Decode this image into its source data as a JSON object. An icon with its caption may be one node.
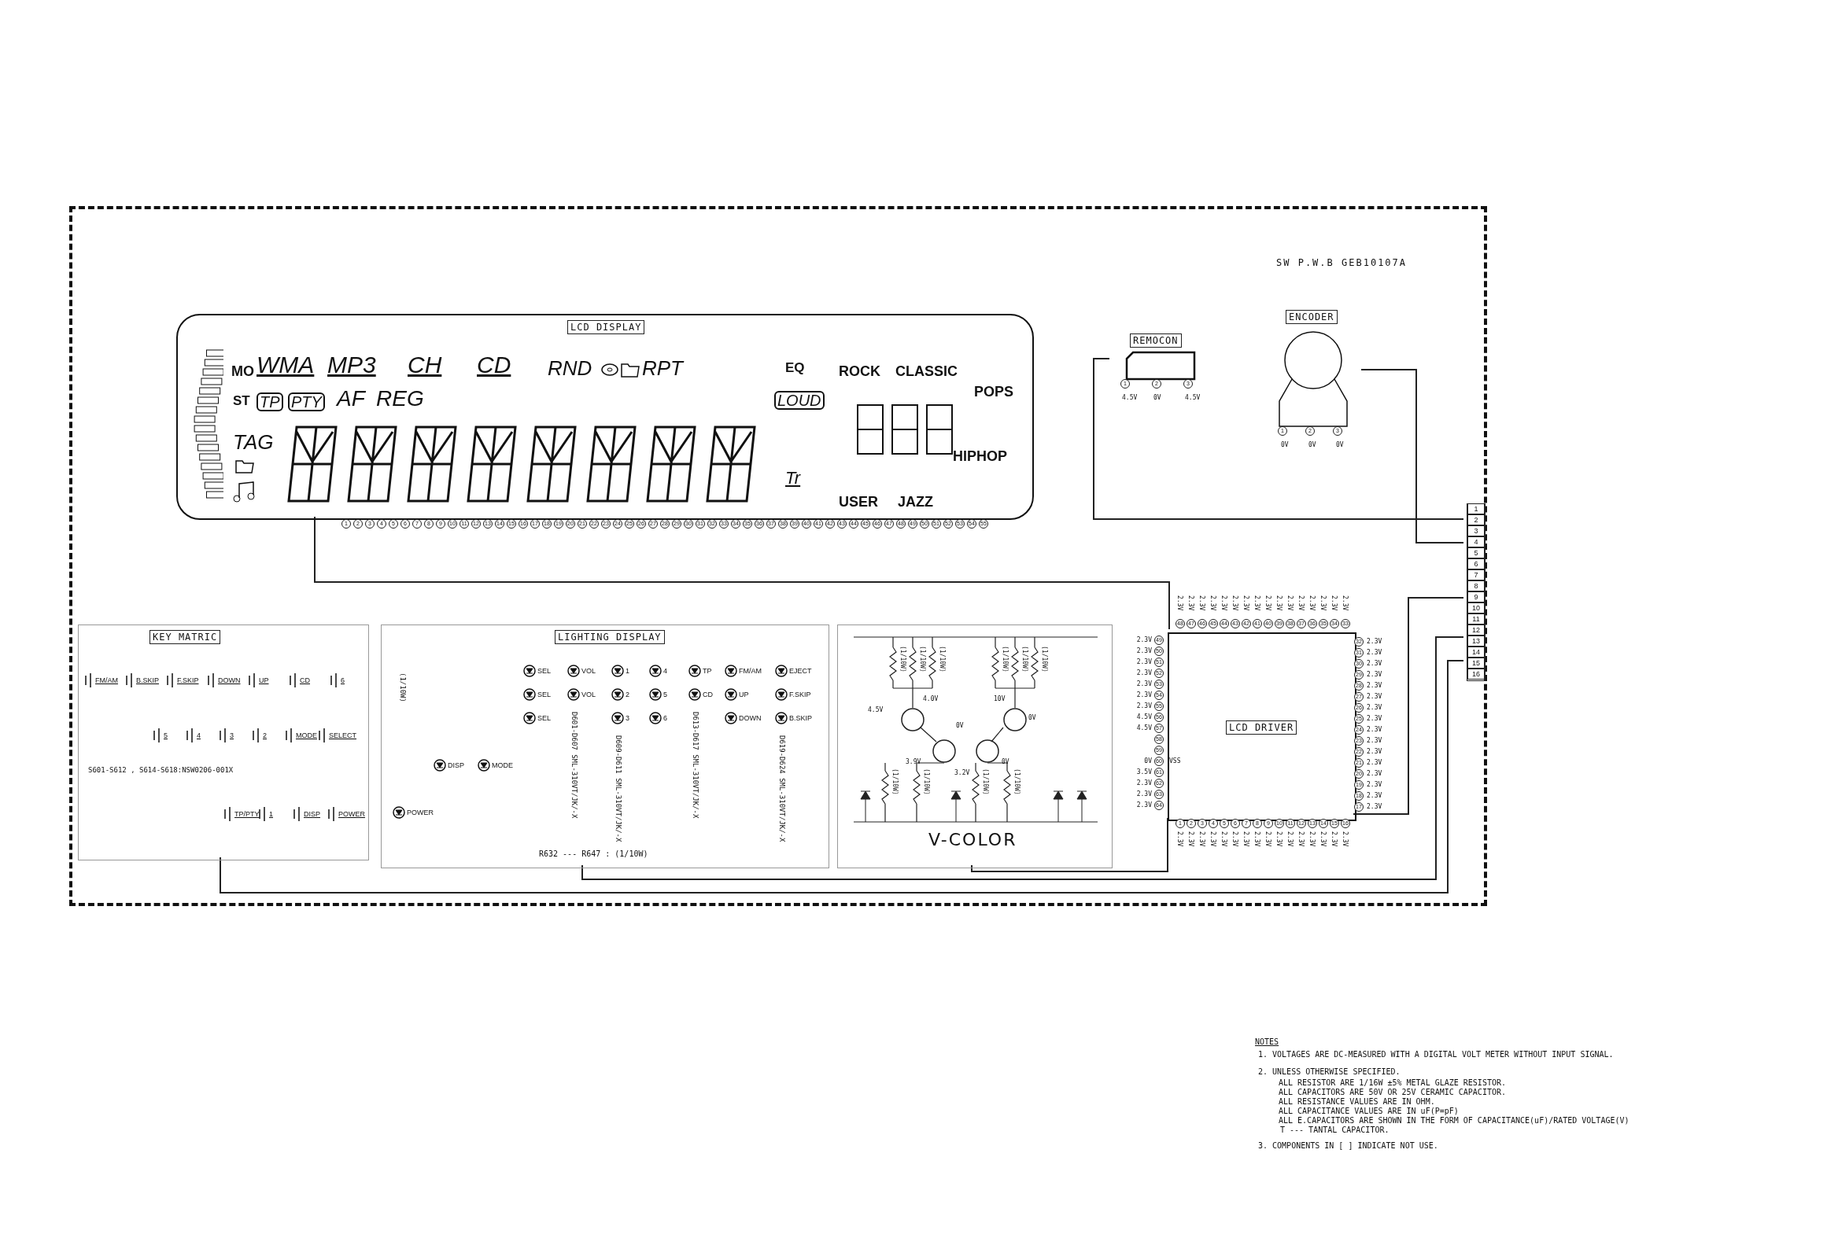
{
  "diagram": {
    "nodes": [
      {
        "text": [
          "SW P.W.B GEB10107A"
        ]
      },
      {
        "text": [
          "LCD DISPLAY",
          "MO",
          "WMA",
          "MP3",
          "CH",
          "CD",
          "RND",
          "RPT",
          "EQ",
          "ROCK",
          "CLASSIC",
          "POPS",
          "ST",
          "TP",
          "PTY",
          "AF",
          "REG",
          "LOUD",
          "TAG",
          "Tr",
          "HIPHOP",
          "USER",
          "JAZZ"
        ],
        "in": 0
      },
      {
        "text": [
          "REMOCON"
        ],
        "beside": [
          "4.5V",
          "0V",
          "4.5V"
        ],
        "in": 0
      },
      {
        "text": [
          "ENCODER"
        ],
        "beside": [
          "0V",
          "0V",
          "0V"
        ],
        "in": 0
      },
      {
        "text": [
          "1",
          "2",
          "3",
          "4",
          "5",
          "6",
          "7",
          "8",
          "9",
          "10",
          "11",
          "12",
          "13",
          "14",
          "15",
          "16"
        ],
        "in": 0
      },
      {
        "text": [
          "LCD DRIVER"
        ],
        "in": 0
      },
      {
        "text": [
          "KEY MATRIC",
          "FM/AM",
          "B.SKIP",
          "F.SKIP",
          "DOWN",
          "UP",
          "CD",
          "6",
          "5",
          "4",
          "3",
          "2",
          "MODE",
          "SELECT",
          "S601-S612 , S614-S618:NSW0206-001X",
          "TP/PTY",
          "1",
          "DISP",
          "POWER"
        ],
        "in": 0
      },
      {
        "text": [
          "LIGHTING DISPLAY",
          "(1/10W)",
          "POWER",
          "DISP",
          "MODE",
          "SEL",
          "SEL",
          "SEL",
          "VOL",
          "VOL",
          "D601-D607 SML-310VT/JK/-X",
          "1",
          "2",
          "3",
          "D609-D611 SML-310VT/JK/-X",
          "4",
          "5",
          "6",
          "TP",
          "CD",
          "D613-D617 SML-310VT/JK/-X",
          "FM/AM",
          "UP",
          "DOWN",
          "EJECT",
          "F.SKIP",
          "B.SKIP",
          "D619-D624 SML-310VT/JK/-X",
          "R632 --- R647 : (1/10W)"
        ],
        "in": 0
      },
      {
        "text": [
          "V-COLOR",
          "4.5V",
          "4.0V",
          "3.9V",
          "3.2V",
          "10V",
          "0V",
          "0V",
          "0V",
          "(1/10W)",
          "(1/10W)",
          "(1/10W)",
          "(1/10W)",
          "(1/10W)",
          "(1/10W)",
          "(1/10W)",
          "(1/10W)",
          "(1/10W)",
          "(1/10W)"
        ],
        "in": 0
      }
    ],
    "edges": [
      {
        "from": 1,
        "to": 5,
        "arrow": "none"
      },
      {
        "from": 2,
        "to": 4,
        "arrow": "none"
      },
      {
        "from": 3,
        "to": 4,
        "arrow": "none"
      },
      {
        "from": 5,
        "to": 4,
        "arrow": "none"
      },
      {
        "from": 6,
        "to": 4,
        "arrow": "none"
      },
      {
        "from": 7,
        "to": 4,
        "arrow": "none"
      },
      {
        "from": 8,
        "to": 5,
        "arrow": "none"
      }
    ],
    "labels": [
      "1",
      "2",
      "3",
      "4",
      "5",
      "6",
      "7",
      "8",
      "9",
      "10",
      "11",
      "12",
      "13",
      "14",
      "15",
      "16",
      "17",
      "18",
      "19",
      "20",
      "21",
      "22",
      "23",
      "24",
      "25",
      "26",
      "27",
      "28",
      "29",
      "30",
      "31",
      "32",
      "33",
      "34",
      "35",
      "36",
      "37",
      "38",
      "39",
      "40",
      "41",
      "42",
      "43",
      "44",
      "45",
      "46",
      "47",
      "48",
      "49",
      "50",
      "51",
      "52",
      "53",
      "54",
      "55",
      "1",
      "2",
      "3",
      "1",
      "2",
      "3",
      "1",
      "2",
      "3",
      "4",
      "5",
      "6",
      "7",
      "8",
      "9",
      "10",
      "11",
      "12",
      "13",
      "14",
      "15",
      "16",
      "17",
      "18",
      "19",
      "20",
      "21",
      "22",
      "23",
      "24",
      "25",
      "26",
      "27",
      "28",
      "29",
      "30",
      "31",
      "32",
      "33",
      "34",
      "35",
      "36",
      "37",
      "38",
      "39",
      "40",
      "41",
      "42",
      "43",
      "44",
      "45",
      "46",
      "47",
      "48",
      "49",
      "50",
      "51",
      "52",
      "53",
      "54",
      "55",
      "56",
      "57",
      "58",
      "59",
      "60",
      "61",
      "62",
      "63",
      "64",
      "2.3V",
      "2.3V",
      "2.3V",
      "2.3V",
      "2.3V",
      "2.3V",
      "2.3V",
      "2.3V",
      "2.3V",
      "2.3V",
      "2.3V",
      "2.3V",
      "2.3V",
      "2.3V",
      "2.3V",
      "2.3V",
      "2.3V",
      "2.3V",
      "2.3V",
      "2.3V",
      "2.3V",
      "2.3V",
      "2.3V",
      "2.3V",
      "2.3V",
      "2.3V",
      "2.3V",
      "2.3V",
      "2.3V",
      "2.3V",
      "2.3V",
      "2.3V",
      "2.3V",
      "2.3V",
      "2.3V",
      "2.3V",
      "2.3V",
      "2.3V",
      "2.3V",
      "2.3V",
      "2.3V",
      "2.3V",
      "2.3V",
      "2.3V",
      "2.3V",
      "2.3V",
      "2.3V",
      "2.3V",
      "2.3V",
      "2.3V",
      "2.3V",
      "2.3V",
      "2.3V",
      "2.3V",
      "2.3V",
      "4.5V",
      "4.5V",
      "0V",
      "3.5V",
      "2.3V",
      "2.3V",
      "2.3V",
      "VSS",
      "NOTES",
      "1. VOLTAGES ARE DC-MEASURED WITH A DIGITAL VOLT METER WITHOUT INPUT SIGNAL.",
      "2. UNLESS OTHERWISE SPECIFIED.",
      "ALL RESISTOR ARE 1/16W ±5% METAL GLAZE RESISTOR.",
      "ALL CAPACITORS ARE 50V OR 25V CERAMIC CAPACITOR.",
      "ALL RESISTANCE VALUES ARE IN OHM.",
      "ALL CAPACITANCE VALUES ARE IN uF(P=pF)",
      "ALL E.CAPACITORS ARE SHOWN IN THE FORM OF CAPACITANCE(uF)/RATED VOLTAGE(V)",
      "T --- TANTAL CAPACITOR.",
      "3. COMPONENTS IN [ ] INDICATE NOT USE."
    ]
  }
}
